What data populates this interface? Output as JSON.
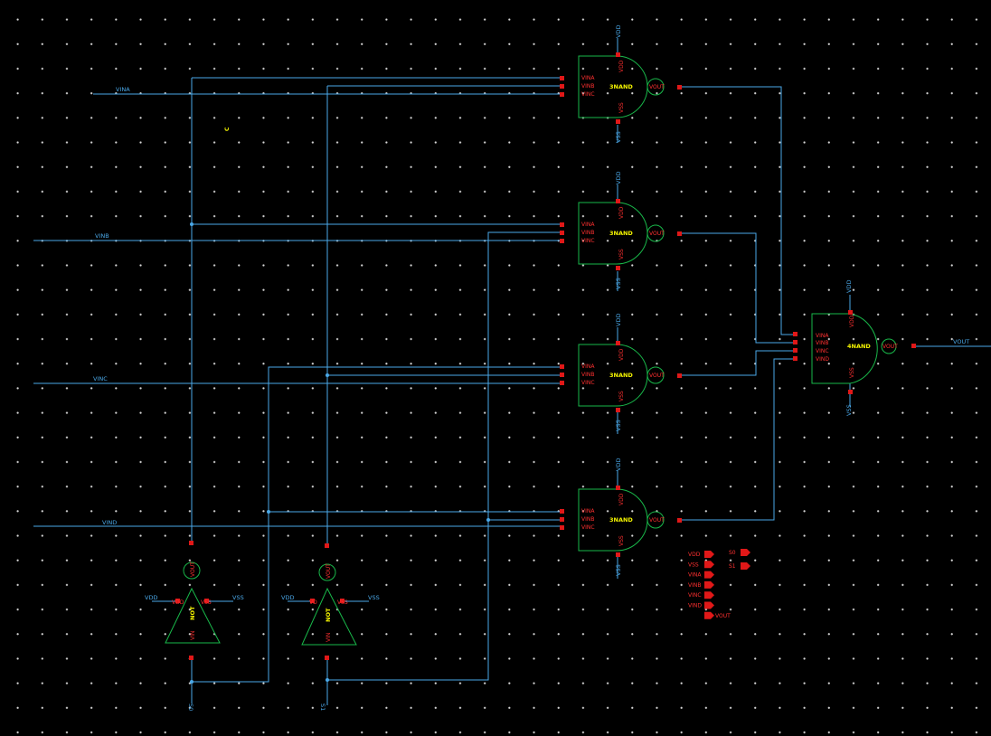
{
  "schematic": {
    "gate_3nand_label": "3NAND",
    "gate_4nand_label": "4NAND",
    "gate_not_label": "NOT",
    "pin_vina": "VINA",
    "pin_vinb": "VINB",
    "pin_vinc": "VINC",
    "pin_vind": "VIND",
    "pin_vout": "VOUT",
    "pin_vdd": "VDD",
    "pin_vss": "VSS",
    "pin_vin": "VIN",
    "pin_vd": "VD",
    "net_vina": "VINA",
    "net_vinb": "VINB",
    "net_vinc": "VINC",
    "net_vind": "VIND",
    "net_vout": "VOUT",
    "net_vdd": "VDD",
    "net_vss": "VSS",
    "net_s0": "S0",
    "net_s1": "S1",
    "instance_c": "C",
    "ports": [
      "VDD",
      "VSS",
      "VINA",
      "VINB",
      "VINC",
      "VIND",
      "VOUT",
      "S0",
      "S1"
    ]
  },
  "colors": {
    "background": "#000000",
    "wire": "#4aa8e8",
    "gate_outline": "#19b84a",
    "pin": "#e01818",
    "gate_label": "#f4f400"
  }
}
